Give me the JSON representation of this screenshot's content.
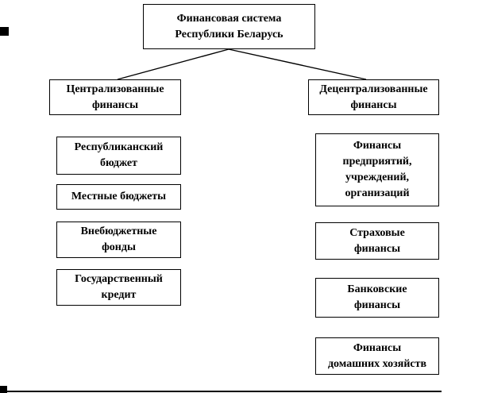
{
  "diagram": {
    "title": {
      "lines": [
        "Финансовая система",
        "Республики Беларусь"
      ]
    },
    "left_column": {
      "header": {
        "lines": [
          "Централизованные",
          "финансы"
        ]
      },
      "items": [
        {
          "lines": [
            "Республиканский",
            "бюджет"
          ]
        },
        {
          "lines": [
            "Местные бюджеты"
          ]
        },
        {
          "lines": [
            "Внебюджетные",
            "фонды"
          ]
        },
        {
          "lines": [
            "Государственный",
            "кредит"
          ]
        }
      ]
    },
    "right_column": {
      "header": {
        "lines": [
          "Децентрализованные",
          "финансы"
        ]
      },
      "items": [
        {
          "lines": [
            "Финансы",
            "предприятий,",
            "учреждений,",
            "организаций"
          ]
        },
        {
          "lines": [
            "Страховые",
            "финансы"
          ]
        },
        {
          "lines": [
            "Банковские",
            "финансы"
          ]
        },
        {
          "lines": [
            "Финансы",
            "домашних хозяйств"
          ]
        }
      ]
    },
    "colors": {
      "background": "#ffffff",
      "box_fill": "#ffffff",
      "box_border": "#000000",
      "text": "#000000",
      "connector": "#000000"
    }
  }
}
